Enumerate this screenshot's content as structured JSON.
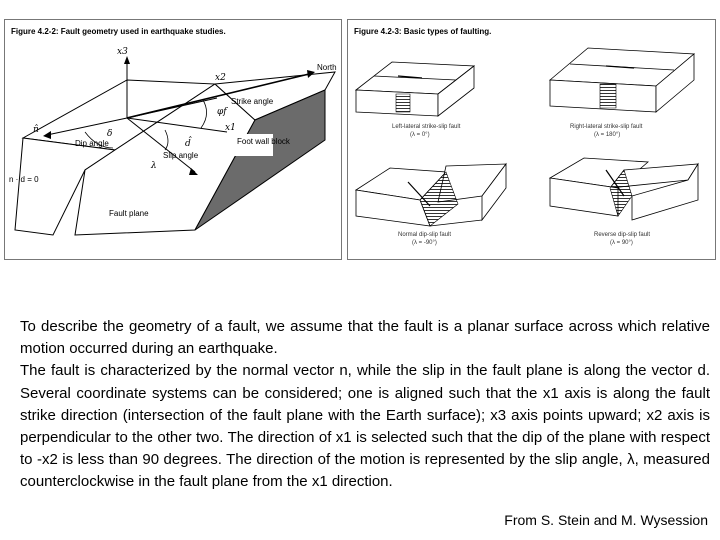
{
  "figure_left": {
    "caption": "Figure 4.2-2: Fault geometry used in earthquake studies.",
    "labels": {
      "x3": "x3",
      "x2": "x2",
      "x1": "x1",
      "north": "North",
      "strike_angle": "Strike angle",
      "phi": "φf",
      "n": "n̂",
      "d": "d̂",
      "dip_angle": "Dip angle",
      "delta": "δ",
      "slip_angle": "Slip angle",
      "lambda": "λ",
      "foot_wall_block": "Foot wall block",
      "nd_zero": "n · d = 0",
      "fault_plane": "Fault plane"
    }
  },
  "figure_right": {
    "caption": "Figure 4.2-3: Basic types of faulting.",
    "panels": [
      {
        "title": "Left-lateral strike-slip fault",
        "param": "(λ = 0°)"
      },
      {
        "title": "Right-lateral strike-slip fault",
        "param": "(λ = 180°)"
      },
      {
        "title": "Normal dip-slip fault",
        "param": "(λ = -90°)"
      },
      {
        "title": "Reverse dip-slip fault",
        "param": "(λ = 90°)"
      }
    ]
  },
  "text": {
    "paragraph1": "To describe the geometry of a fault, we assume that the fault is a planar surface across which relative motion occurred during an earthquake.",
    "paragraph2": "The fault is characterized by the normal vector n, while the slip in the fault plane is along the vector d. Several coordinate systems can be considered; one is aligned such that the x1 axis is along the fault strike direction (intersection of the fault plane with the Earth surface); x3 axis points upward; x2 axis is perpendicular to the other two. The direction of x1 is selected such that the dip of the plane with respect to -x2 is less than 90 degrees. The direction of the motion is represented by the slip angle, λ, measured counterclockwise in the fault plane from the x1 direction.",
    "credit": "From S. Stein and M. Wysession"
  }
}
